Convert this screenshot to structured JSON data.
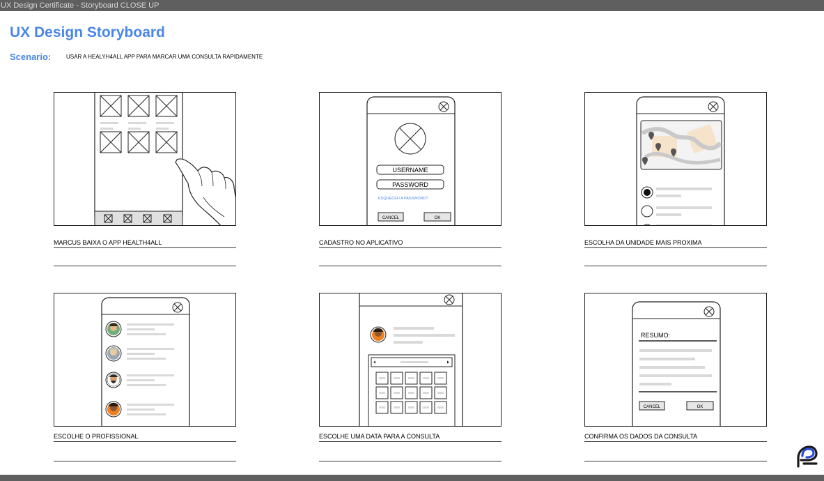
{
  "window": {
    "title": "UX Design Certificate - Storyboard CLOSE UP"
  },
  "header": {
    "title": "UX Design Storyboard",
    "scenario_label": "Scenario:",
    "scenario_text": "USAR A HEALYH4ALL APP PARA MARCAR UMA CONSULTA RAPIDAMENTE"
  },
  "panels": [
    {
      "caption": "MARCUS BAIXA O APP HEALTH4ALL"
    },
    {
      "caption": "CADASTRO NO APLICATIVO",
      "username_label": "USERNAME",
      "password_label": "PASSWORD",
      "forgot_link": "ESQUECEU A PASSWORD?",
      "cancel_label": "CANCEL",
      "ok_label": "OK"
    },
    {
      "caption": "ESCOLHA DA UNIDADE MAIS PROXIMA"
    },
    {
      "caption": "ESCOLHE O PROFISSIONAL"
    },
    {
      "caption": "ESCOLHE UMA DATA PARA A CONSULTA"
    },
    {
      "caption": "CONFIRMA OS DADOS DA CONSULTA",
      "summary_label": "RESUMO:",
      "cancel_label": "CANCEL",
      "ok_label": "OK"
    }
  ],
  "icons": {
    "close": "close-circle-icon",
    "image_placeholder": "image-placeholder-icon",
    "map_pin": "map-pin-icon",
    "logo": "brand-logo"
  },
  "colors": {
    "accent": "#4a86e8",
    "map_land": "#f6e3cc",
    "map_road": "#c9c9c9"
  }
}
